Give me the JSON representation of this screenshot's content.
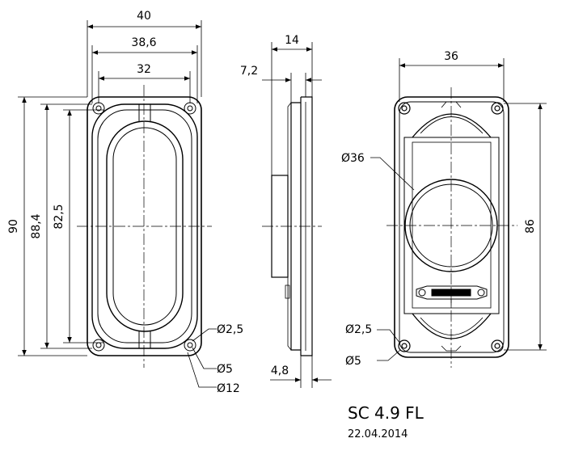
{
  "front_view": {
    "dim_width_overall": "40",
    "dim_width_holes": "38,6",
    "dim_width_cone": "32",
    "dim_height_overall": "90",
    "dim_height_holes": "88,4",
    "dim_height_cone": "82,5",
    "dim_hole_diameter": "Ø2,5",
    "dim_pad_diameter": "Ø5",
    "dim_outer_diameter": "Ø12"
  },
  "side_view": {
    "dim_depth": "14",
    "dim_magnet_offset": "7,2",
    "dim_flange": "4,8"
  },
  "back_view": {
    "dim_width": "36",
    "dim_height": "86",
    "dim_magnet_diameter": "Ø36",
    "dim_hole_diameter": "Ø2,5",
    "dim_pad_diameter": "Ø5"
  },
  "title_block": {
    "model": "SC 4.9 FL",
    "date": "22.04.2014"
  }
}
